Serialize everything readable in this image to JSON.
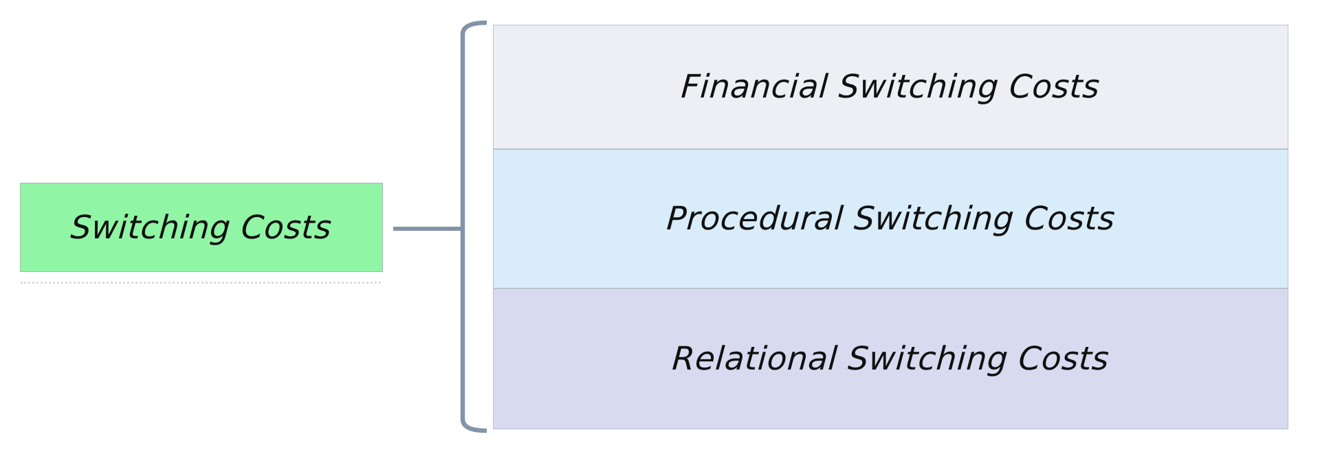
{
  "diagram": {
    "type": "bracket-hierarchy",
    "background": "#FFFFFF",
    "text_color": "#101010",
    "connector_color": "#8494A8",
    "root_border_color": "#A9B6B0",
    "child_border_color": "#B9C3CE",
    "root": {
      "label": "Switching Costs",
      "fill": "#90F5A5"
    },
    "children": [
      {
        "label": "Financial Switching Costs",
        "fill": "#EDEFF4"
      },
      {
        "label": "Procedural Switching Costs",
        "fill": "#D8ECF9"
      },
      {
        "label": "Relational Switching Costs",
        "fill": "#D8DAF0"
      }
    ]
  }
}
